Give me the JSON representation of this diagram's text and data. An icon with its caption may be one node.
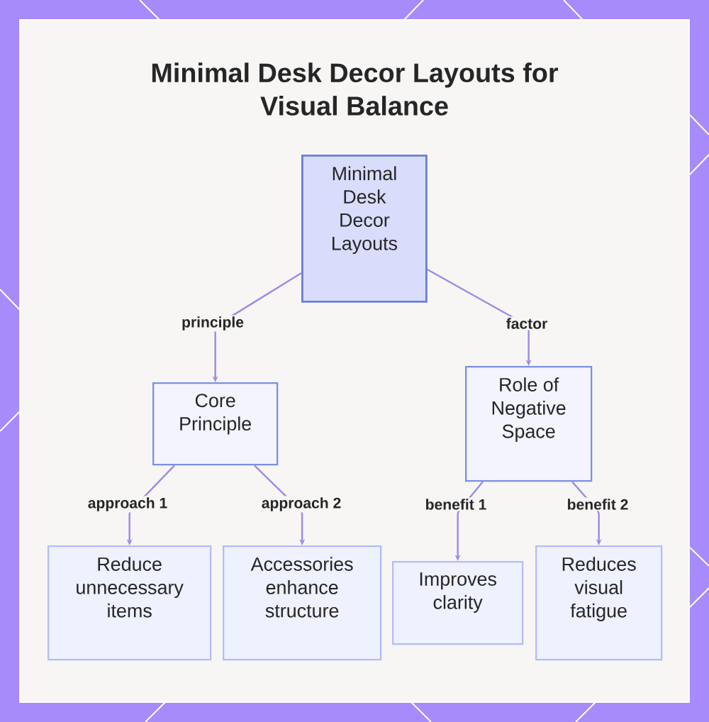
{
  "diagram": {
    "title": "Minimal Desk Decor Layouts for Visual Balance",
    "nodes": [
      {
        "text": [
          "Minimal Desk Decor Layouts"
        ]
      },
      {
        "text": [
          "Core Principle"
        ]
      },
      {
        "text": [
          "Role of Negative Space"
        ]
      },
      {
        "text": [
          "Reduce unnecessary items"
        ]
      },
      {
        "text": [
          "Accessories enhance structure"
        ]
      },
      {
        "text": [
          "Improves clarity"
        ]
      },
      {
        "text": [
          "Reduces visual fatigue"
        ]
      }
    ],
    "edges": [
      {
        "from": 0,
        "to": 1,
        "arrow": "to",
        "label": "principle"
      },
      {
        "from": 0,
        "to": 2,
        "arrow": "to",
        "label": "factor"
      },
      {
        "from": 1,
        "to": 3,
        "arrow": "to",
        "label": "approach 1"
      },
      {
        "from": 1,
        "to": 4,
        "arrow": "to",
        "label": "approach 2"
      },
      {
        "from": 2,
        "to": 5,
        "arrow": "to",
        "label": "benefit 1"
      },
      {
        "from": 2,
        "to": 6,
        "arrow": "to",
        "label": "benefit 2"
      }
    ]
  }
}
